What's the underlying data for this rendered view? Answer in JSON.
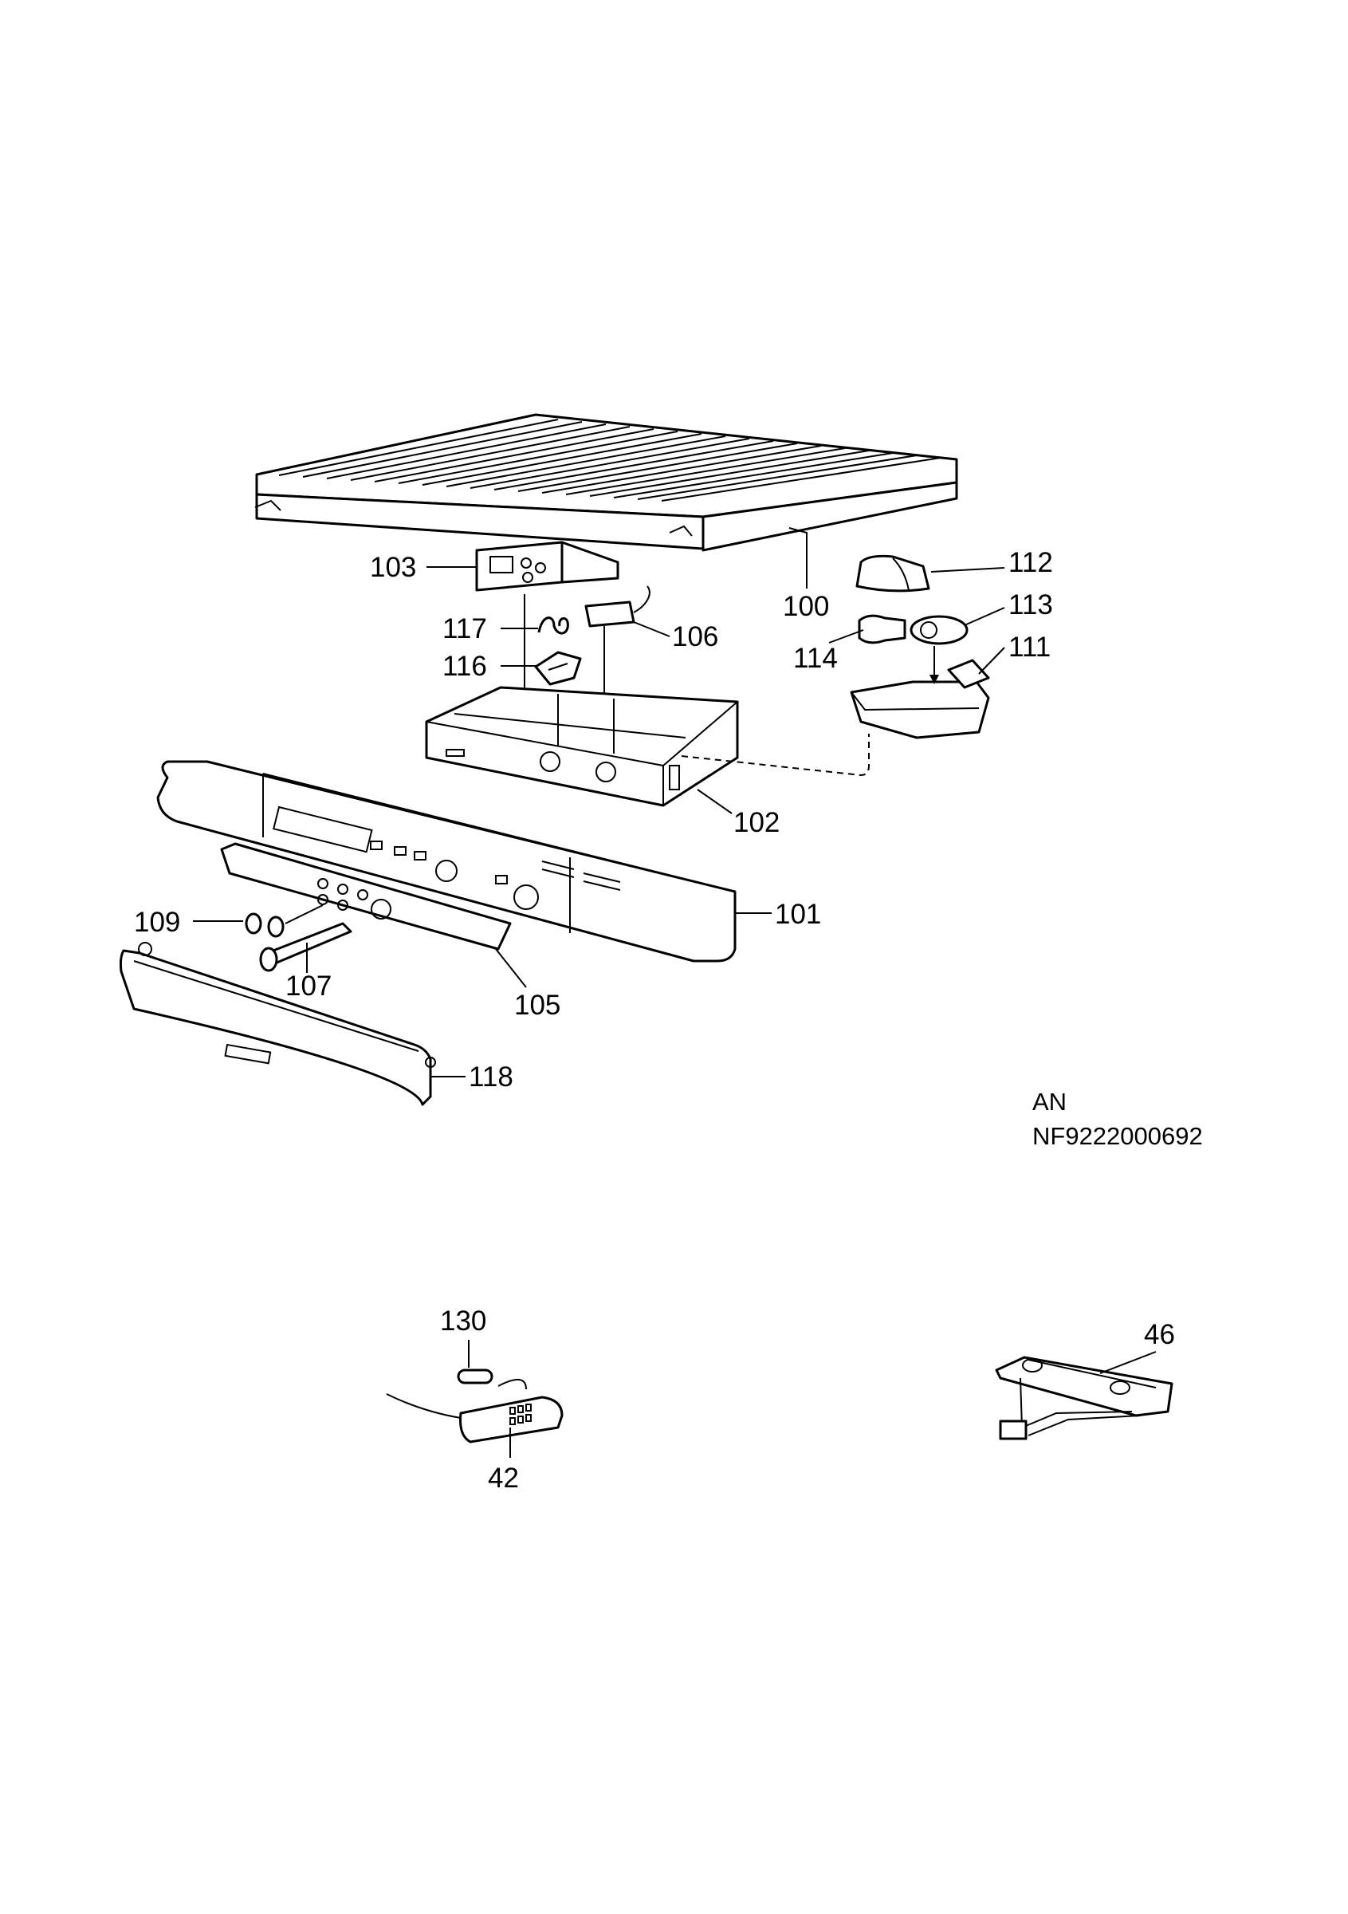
{
  "callouts": {
    "c100": "100",
    "c101": "101",
    "c102": "102",
    "c103": "103",
    "c105": "105",
    "c106": "106",
    "c107": "107",
    "c109": "109",
    "c111": "111",
    "c112": "112",
    "c113": "113",
    "c114": "114",
    "c116": "116",
    "c117": "117",
    "c118": "118",
    "c130": "130",
    "c42": "42",
    "c46": "46"
  },
  "reference": {
    "line1": "AN",
    "line2": "NF9222000692"
  },
  "icons": {
    "wire_shelf": "wire-shelf-icon",
    "control_panel": "control-panel-icon",
    "lamp": "lamp-bulb-icon"
  }
}
